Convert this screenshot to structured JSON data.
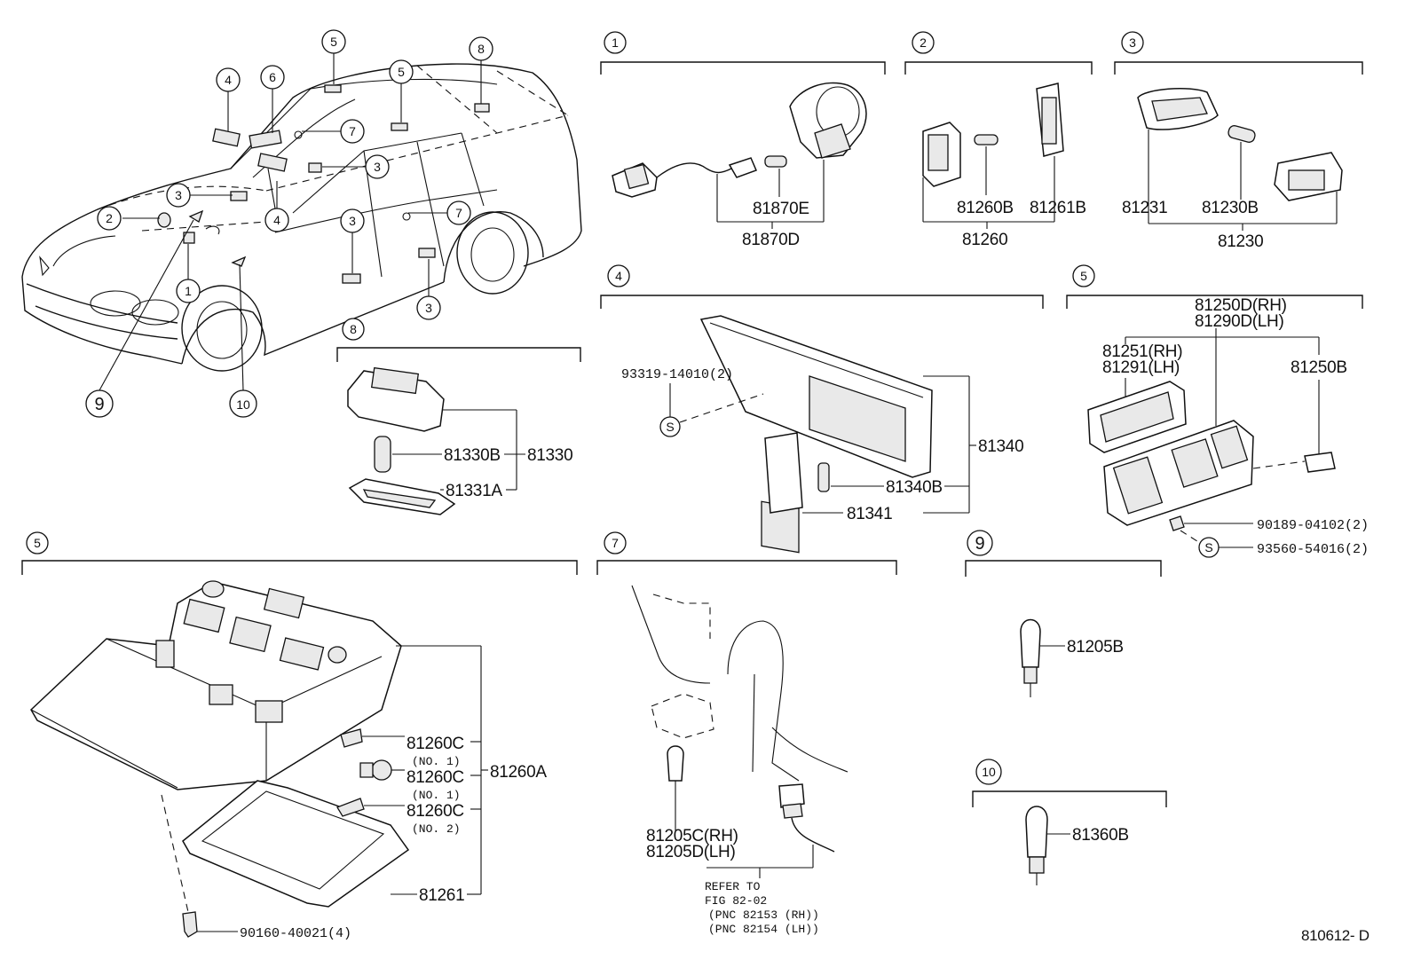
{
  "callouts": {
    "n1": "1",
    "n2": "2",
    "n3": "3",
    "n4": "4",
    "n5": "5",
    "n6": "6",
    "n7": "7",
    "n8": "8",
    "n9": "9",
    "n10": "10"
  },
  "sections": {
    "s1": {
      "number": "1",
      "parts": {
        "a": "81870E",
        "b": "81870D"
      }
    },
    "s2": {
      "number": "2",
      "parts": {
        "a": "81260B",
        "b": "81261B",
        "c": "81260"
      }
    },
    "s3": {
      "number": "3",
      "parts": {
        "a": "81231",
        "b": "81230B",
        "c": "81230"
      }
    },
    "s4": {
      "number": "4",
      "parts": {
        "screw": "93319-14010(2)",
        "s": "S",
        "a": "81340",
        "b": "81340B",
        "c": "81341"
      }
    },
    "s5r": {
      "number": "5",
      "parts": {
        "rh": "81250D(RH)",
        "lh": "81290D(LH)",
        "a1": "81251(RH)",
        "a2": "81291(LH)",
        "b": "81250B",
        "c": "90189-04102(2)",
        "s": "S",
        "d": "93560-54016(2)"
      }
    },
    "s8": {
      "number": "8",
      "parts": {
        "a": "81330B",
        "b": "81330",
        "c": "81331A"
      }
    },
    "s5": {
      "number": "5",
      "parts": {
        "c1": "81260C",
        "n1a": "(NO. 1)",
        "c2": "81260C",
        "n1b": "(NO. 1)",
        "c3": "81260C",
        "n2": "(NO. 2)",
        "a": "81260A",
        "b": "81261",
        "screw": "90160-40021(4)"
      }
    },
    "s7": {
      "number": "7",
      "parts": {
        "rh": "81205C(RH)",
        "lh": "81205D(LH)",
        "refer1": "REFER TO",
        "refer2": "FIG 82-02",
        "refer3": "(PNC 82153 (RH))",
        "refer4": "(PNC 82154 (LH))"
      }
    },
    "s9": {
      "number": "9",
      "parts": {
        "a": "81205B"
      }
    },
    "s10": {
      "number": "10",
      "parts": {
        "a": "81360B"
      }
    }
  },
  "figure_code": "810612- D"
}
